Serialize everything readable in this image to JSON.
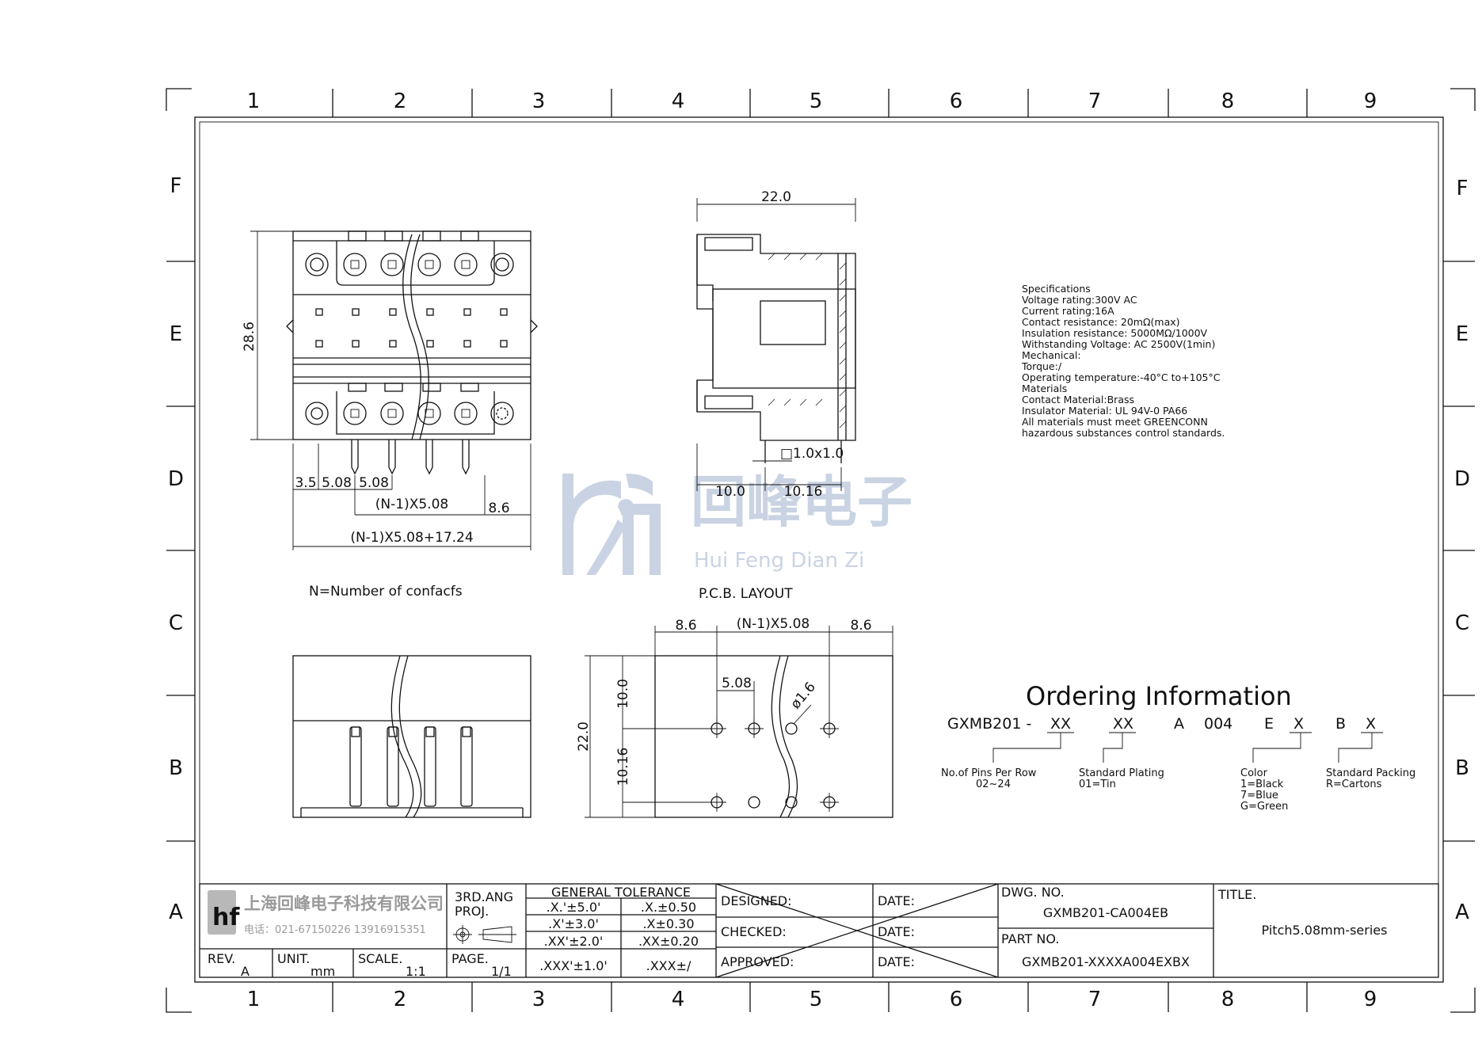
{
  "grid": {
    "columns": [
      "1",
      "2",
      "3",
      "4",
      "5",
      "6",
      "7",
      "8",
      "9"
    ],
    "rows": [
      "F",
      "E",
      "D",
      "C",
      "B",
      "A"
    ]
  },
  "watermark": {
    "logo": "hf",
    "cn": "回峰电子",
    "pinyin": "Hui Feng Dian Zi"
  },
  "specifications": [
    "Specifications",
    "Voltage  rating:300V  AC",
    "Current  rating:16A",
    "Contact  resistance:  20mΩ(max)",
    "Insulation  resistance:  5000MΩ/1000V",
    "Withstanding  Voltage:  AC  2500V(1min)",
    "Mechanical:",
    "Torque:/",
    "Operating  temperature:-40°C  to+105°C",
    "Materials",
    "Contact  Material:Brass",
    "Insulator  Material:  UL  94V-0  PA66",
    "All  materials  must  meet  GREENCONN",
    "hazardous  substances  control  standards."
  ],
  "dimensions": {
    "front_height": "28.6",
    "pitch_a": "3.5",
    "pitch_b": "5.08",
    "pitch_c": "5.08",
    "n_pitch": "(N-1)X5.08",
    "end_len": "8.6",
    "total_len": "(N-1)X5.08+17.24",
    "side_width": "22.0",
    "pin_size": "□1.0x1.0",
    "side_a": "10.0",
    "side_b": "10.16",
    "pcb_left": "8.6",
    "pcb_mid": "(N-1)X5.08",
    "pcb_right": "8.6",
    "pcb_pitch": "5.08",
    "pcb_hole": "ø1.6",
    "pcb_height": "22.0",
    "pcb_top": "10.0",
    "pcb_bottom": "10.16"
  },
  "labels": {
    "n_note": "N=Number  of  confacfs",
    "pcb_layout": "P.C.B.  LAYOUT"
  },
  "ordering": {
    "title": "Ordering  Information",
    "code": {
      "prefix": "GXMB201  -",
      "p1": "XX",
      "p2": "XX",
      "p3": "A",
      "p4": "004",
      "p5": "E",
      "p6": "X",
      "p7": "B",
      "p8": "X"
    },
    "pins_title": "No.of  Pins  Per  Row",
    "pins_range": "02~24",
    "plating_title": "Standard  Plating",
    "plating_val": "01=Tin",
    "color_title": "Color",
    "color_1": "1=Black",
    "color_7": "7=Blue",
    "color_g": "G=Green",
    "packing_title": "Standard  Packing",
    "packing_val": "R=Cartons"
  },
  "title_block": {
    "company_cn": "上海回峰电子科技有限公司",
    "phone": "电话：021-67150226  13916915351",
    "rev_label": "REV.",
    "rev_val": "A",
    "unit_label": "UNIT.",
    "unit_val": "mm",
    "scale_label": "SCALE.",
    "scale_val": "1:1",
    "proj_label_1": "3RD.ANG",
    "proj_label_2": "PROJ.",
    "page_label": "PAGE.",
    "page_val": "1/1",
    "tol_title": "GENERAL  TOLERANCE",
    "tol_rows": [
      [
        ".X.'±5.0'",
        ".X.±0.50"
      ],
      [
        ".X'±3.0'",
        ".X±0.30"
      ],
      [
        ".XX'±2.0'",
        ".XX±0.20"
      ],
      [
        ".XXX'±1.0'",
        ".XXX±/"
      ]
    ],
    "designed": "DESIGNED:",
    "checked": "CHECKED:",
    "approved": "APPROVED:",
    "date": "DATE:",
    "dwg_label": "DWG.  NO.",
    "dwg_val": "GXMB201-CA004EB",
    "part_label": "PART  NO.",
    "part_val": "GXMB201-XXXXA004EXBX",
    "title_label": "TITLE.",
    "title_val": "Pitch5.08mm-series"
  }
}
